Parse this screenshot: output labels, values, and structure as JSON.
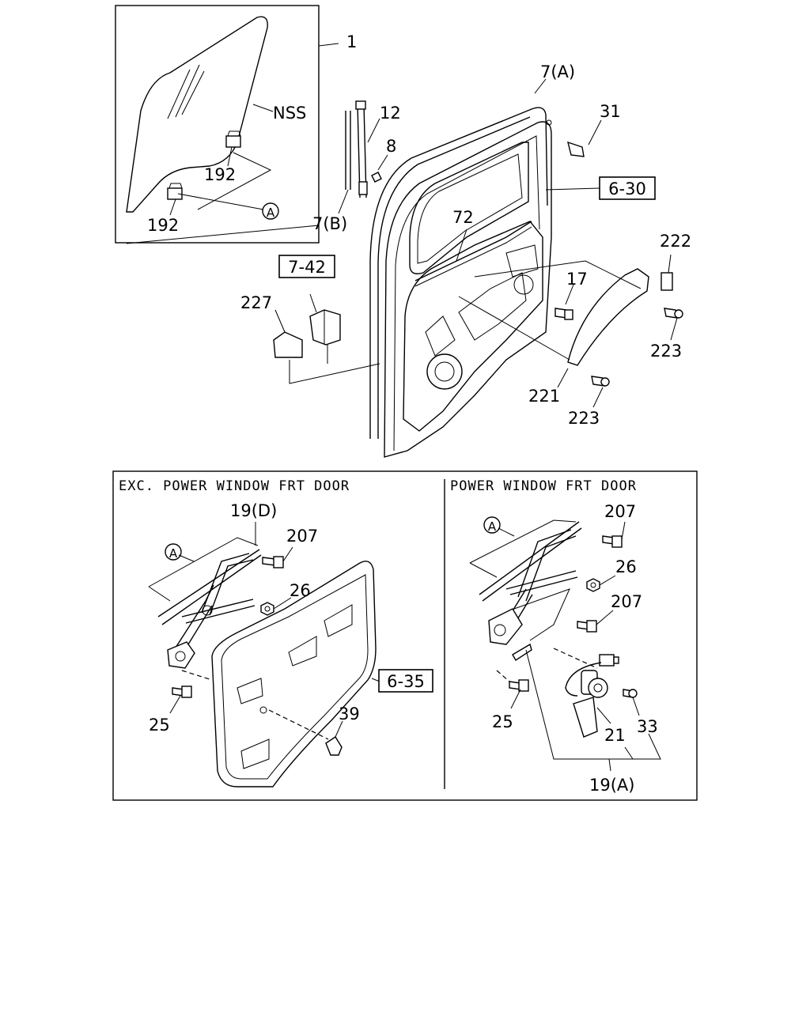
{
  "glass": {
    "ref": "1",
    "side": "NSS",
    "clip_a": "192",
    "clip_b": "192",
    "circle": "A"
  },
  "door": {
    "weatherstrip_a": "7(A)",
    "ref_box": "6-30",
    "part_31": "31",
    "part_12": "12",
    "part_8": "8",
    "channel_b": "7(B)",
    "part_72": "72",
    "part_17": "17",
    "box_7_42": "7-42",
    "part_227": "227",
    "part_222": "222",
    "part_223a": "223",
    "part_221": "221",
    "part_223b": "223"
  },
  "manual": {
    "header": "EXC. POWER WINDOW FRT DOOR",
    "regulator": "19(D)",
    "circle": "A",
    "bolt": "207",
    "nut": "26",
    "ref_box": "6-35",
    "bolt_25": "25",
    "handle": "39"
  },
  "power": {
    "header": "POWER WINDOW FRT DOOR",
    "circle": "A",
    "bolt_a": "207",
    "nut": "26",
    "bolt_b": "207",
    "bolt_25": "25",
    "motor": "21",
    "screw": "33",
    "regulator": "19(A)"
  }
}
